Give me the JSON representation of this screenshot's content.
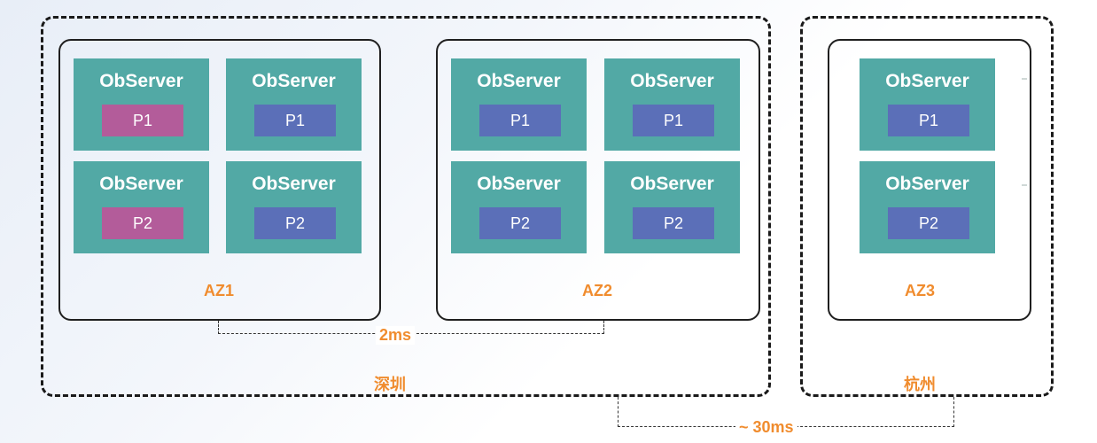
{
  "regions": [
    {
      "name": "深圳"
    },
    {
      "name": "杭州"
    }
  ],
  "azs": [
    {
      "label": "AZ1"
    },
    {
      "label": "AZ2"
    },
    {
      "label": "AZ3"
    }
  ],
  "servers": {
    "title": "ObServer",
    "p1": "P1",
    "p2": "P2"
  },
  "latency": {
    "intra_city": "2ms",
    "inter_city": "~ 30ms"
  },
  "colors": {
    "server": "#52a9a5",
    "partition_leader": "#b35c9a",
    "partition_follower": "#5b6fb8",
    "accent": "#f08c2e"
  }
}
